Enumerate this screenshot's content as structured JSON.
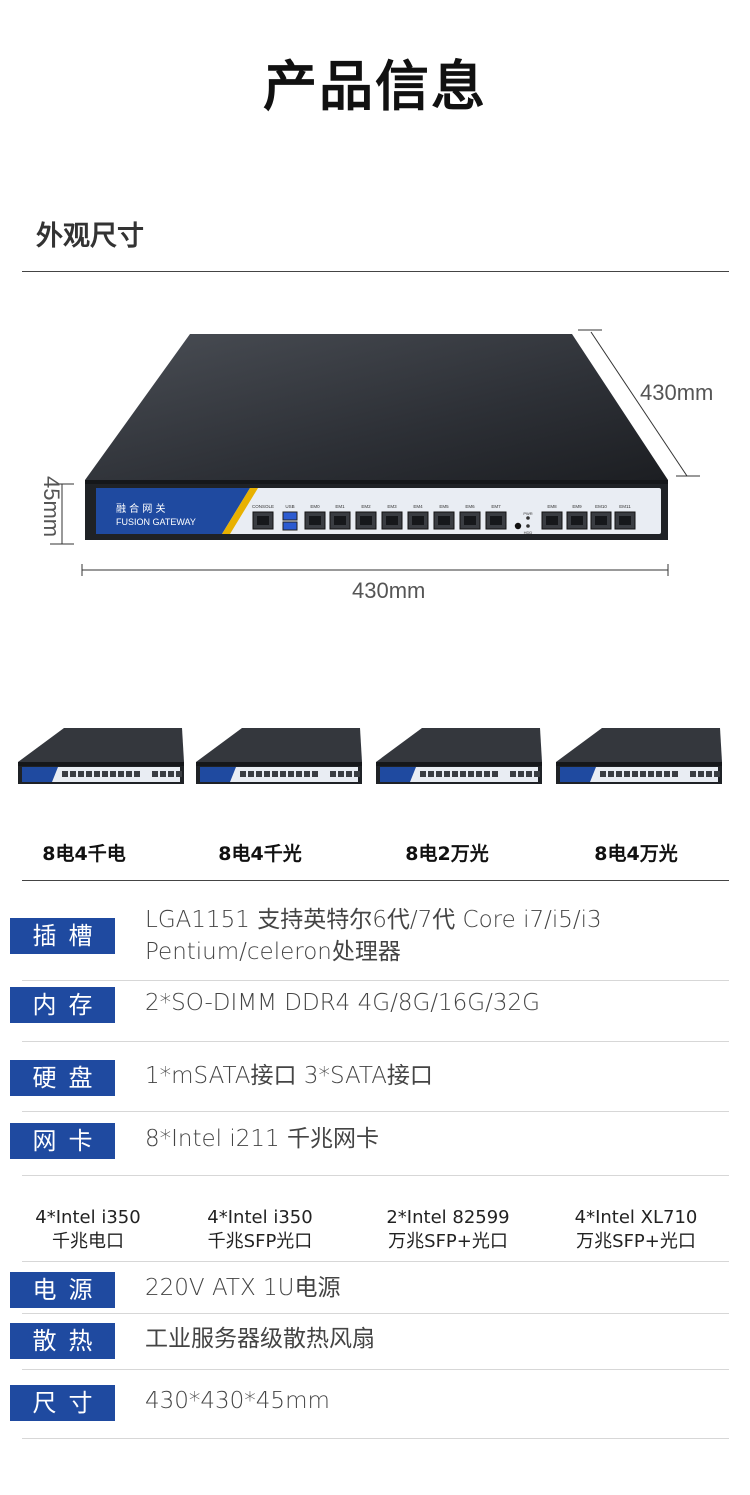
{
  "header": {
    "title": "产品信息"
  },
  "appearance": {
    "section_title": "外观尺寸",
    "device_brand_cn": "融 合 网 关",
    "device_brand_en": "FUSION GATEWAY",
    "port_labels": [
      "CONSOLE",
      "USB",
      "EM0",
      "EM1",
      "EM2",
      "EM3",
      "EM4",
      "EM5",
      "EM6",
      "EM7",
      "EM8",
      "EM9",
      "EM10",
      "EM11"
    ],
    "led_labels": [
      "PWR",
      "HDD"
    ],
    "depth": "430mm",
    "width": "430mm",
    "height": "45mm"
  },
  "variants": [
    "8电4千电",
    "8电4千光",
    "8电2万光",
    "8电4万光"
  ],
  "specs": [
    {
      "label": "插槽",
      "lines": [
        "LGA1151  支持英特尔6代/7代 Core i7/i5/i3",
        "Pentium/celeron处理器"
      ]
    },
    {
      "label": "内存",
      "lines": [
        "2*SO-DIMM DDR4   4G/8G/16G/32G"
      ]
    },
    {
      "label": "硬盘",
      "lines": [
        "1*mSATA接口   3*SATA接口"
      ]
    },
    {
      "label": "网卡",
      "lines": [
        "8*Intel i211 千兆网卡"
      ]
    },
    {
      "label": "电源",
      "lines": [
        "220V ATX 1U电源"
      ]
    },
    {
      "label": "散热",
      "lines": [
        "工业服务器级散热风扇"
      ]
    },
    {
      "label": "尺寸",
      "lines": [
        "430*430*45mm"
      ]
    }
  ],
  "nic_options": [
    {
      "line1": "4*Intel i350",
      "line2": "千兆电口"
    },
    {
      "line1": "4*Intel i350",
      "line2": "千兆SFP光口"
    },
    {
      "line1": "2*Intel 82599",
      "line2": "万兆SFP+光口"
    },
    {
      "line1": "4*Intel XL710",
      "line2": "万兆SFP+光口"
    }
  ],
  "colors": {
    "badge": "#1f4aa0",
    "device_body": "#2b2e33",
    "panel": "#e8ecf2"
  }
}
